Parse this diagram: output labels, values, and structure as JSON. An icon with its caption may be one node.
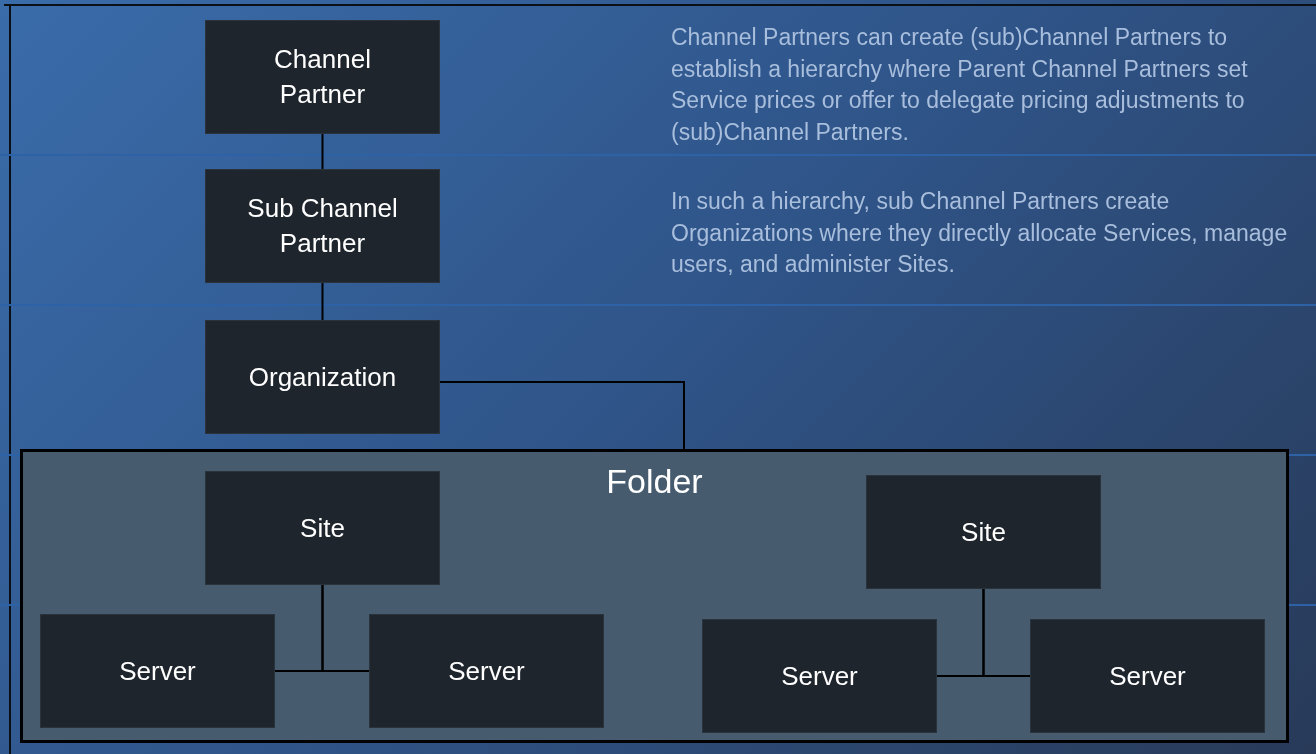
{
  "diagram": {
    "nodes": [
      {
        "text": [
          "Channel Partner"
        ]
      },
      {
        "text": [
          "Sub Channel Partner"
        ]
      },
      {
        "text": [
          "Organization"
        ]
      },
      {
        "text": [
          "Folder"
        ]
      },
      {
        "text": [
          "Site"
        ],
        "in": 3
      },
      {
        "text": [
          "Server"
        ],
        "in": 3
      },
      {
        "text": [
          "Server"
        ],
        "in": 3
      },
      {
        "text": [
          "Site"
        ],
        "in": 3
      },
      {
        "text": [
          "Server"
        ],
        "in": 3
      },
      {
        "text": [
          "Server"
        ],
        "in": 3
      }
    ],
    "edges": [
      {
        "from": 0,
        "to": 1,
        "arrow": "none"
      },
      {
        "from": 1,
        "to": 2,
        "arrow": "none"
      },
      {
        "from": 2,
        "to": 3,
        "arrow": "none"
      },
      {
        "from": 4,
        "to": 5,
        "arrow": "none"
      },
      {
        "from": 4,
        "to": 6,
        "arrow": "none"
      },
      {
        "from": 7,
        "to": 8,
        "arrow": "none"
      },
      {
        "from": 7,
        "to": 9,
        "arrow": "none"
      }
    ],
    "labels": [
      "Channel Partners can create (sub)Channel Partners to establish a hierarchy where Parent Channel Partners set Service prices or offer to delegate pricing adjustments to (sub)Channel Partners.",
      "In such a hierarchy, sub Channel Partners create Organizations where they directly allocate Services, manage users, and administer Sites."
    ]
  }
}
